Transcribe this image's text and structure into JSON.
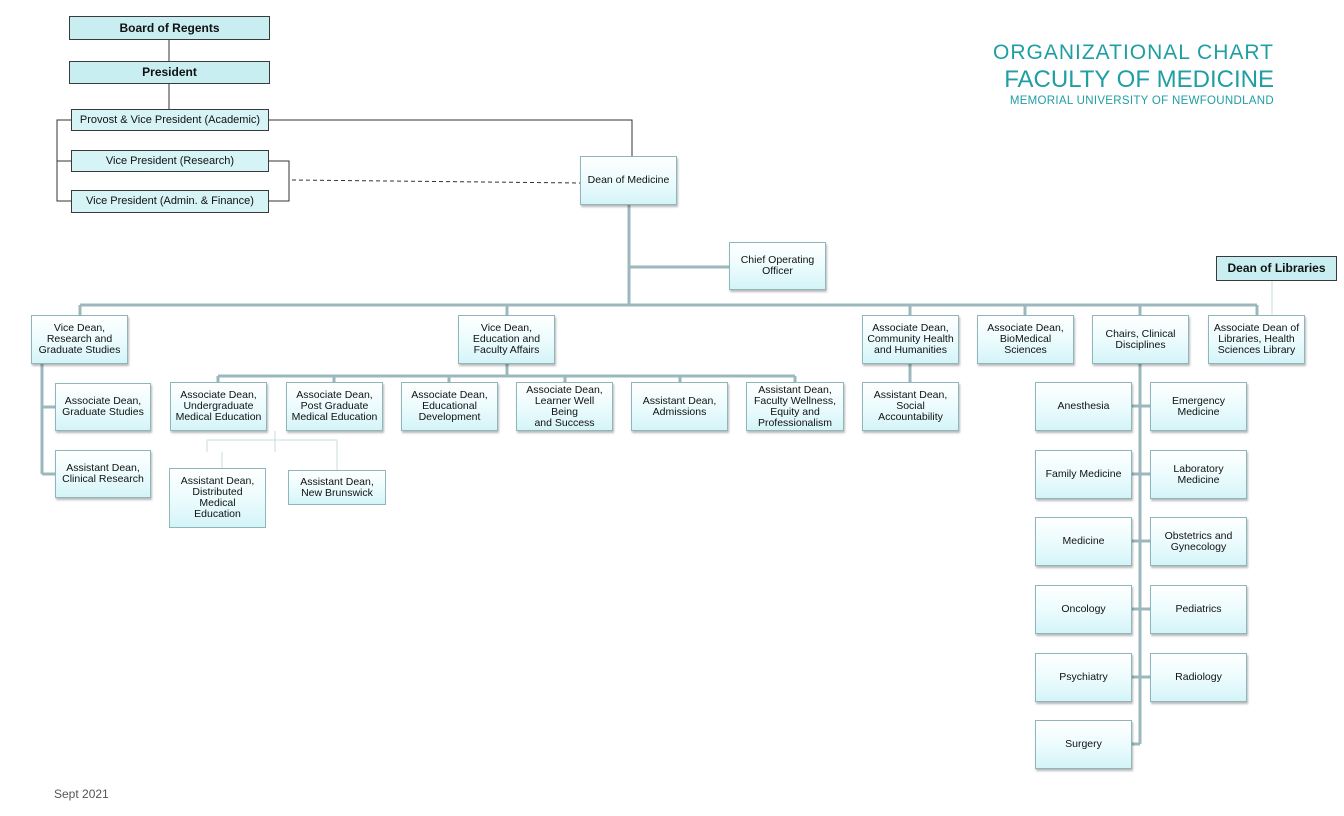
{
  "header": {
    "title_line1": "ORGANIZATIONAL  CHART",
    "title_line2": "FACULTY OF MEDICINE",
    "title_line3": "MEMORIAL  UNIVERSITY  OF NEWFOUNDLAND"
  },
  "footer": {
    "date": "Sept 2021"
  },
  "colors": {
    "title": "#1f9ea3",
    "connector": "#9bb9bc",
    "box_fill": "#e6fafc"
  },
  "university": {
    "board": "Board of Regents",
    "president": "President",
    "provost": "Provost & Vice President  (Academic)",
    "vp_research": "Vice President  (Research)",
    "vp_admin": "Vice President  (Admin. & Finance)"
  },
  "dean": "Dean of Medicine",
  "coo": "Chief Operating\nOfficer",
  "dean_libraries": "Dean of Libraries",
  "level1": {
    "vd_research": "Vice Dean,\nResearch and\nGraduate Studies",
    "vd_education": "Vice Dean,\nEducation and\nFaculty Affairs",
    "ad_community": "Associate Dean,\nCommunity  Health\nand Humanities",
    "ad_biomedical": "Associate Dean,\nBioMedical\nSciences",
    "chairs": "Chairs, Clinical\nDisciplines",
    "ad_libraries": "Associate Dean of\nLibraries, Health\nSciences Library"
  },
  "research_reports": {
    "ad_graduate": "Associate Dean,\nGraduate Studies",
    "asd_clinical": "Assistant Dean,\nClinical Research"
  },
  "education_reports": {
    "ad_ugme": "Associate Dean,\nUndergraduate\nMedical Education",
    "ad_pgme": "Associate Dean,\nPost Graduate\nMedical Education",
    "ad_edu_dev": "Associate Dean,\nEducational\nDevelopment",
    "ad_learner": "Associate Dean,\nLearner Well Being\nand Success",
    "asd_admissions": "Assistant Dean,\nAdmissions",
    "asd_wellness": "Assistant Dean,\nFaculty Wellness,\nEquity  and\nProfessionalism"
  },
  "ugme_reports": {
    "asd_distributed": "Assistant Dean,\nDistributed\nMedical\nEducation",
    "asd_nb": "Assistant Dean,\nNew Brunswick"
  },
  "community_reports": {
    "asd_social": "Assistant Dean,\nSocial\nAccountability"
  },
  "disciplines": {
    "anesthesia": "Anesthesia",
    "emergency": "Emergency\nMedicine",
    "family": "Family Medicine",
    "laboratory": "Laboratory\nMedicine",
    "medicine": "Medicine",
    "obgyn": "Obstetrics and\nGynecology",
    "oncology": "Oncology",
    "pediatrics": "Pediatrics",
    "psychiatry": "Psychiatry",
    "radiology": "Radiology",
    "surgery": "Surgery"
  }
}
